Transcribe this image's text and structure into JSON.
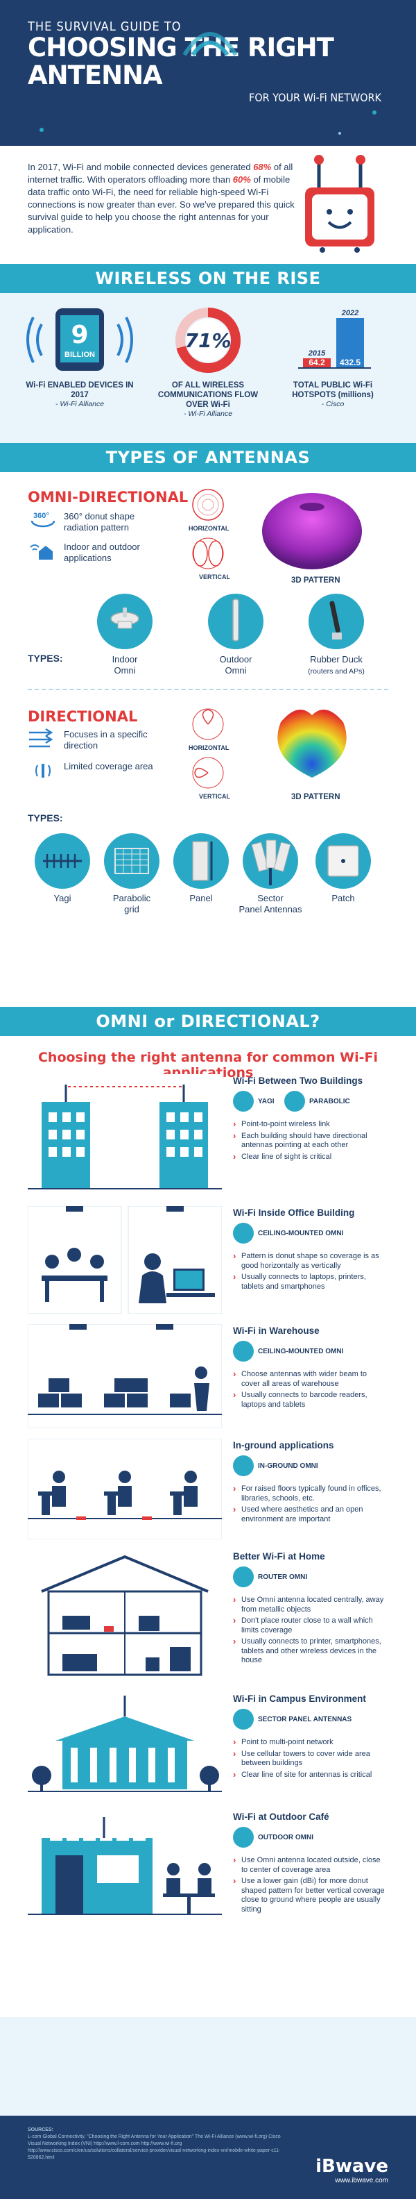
{
  "header": {
    "line1": "THE SURVIVAL GUIDE TO",
    "line2": "CHOOSING THE RIGHT ANTENNA",
    "line3": "FOR YOUR Wi-Fi NETWORK"
  },
  "intro": {
    "p1": "In 2017, Wi-Fi and mobile connected devices generated ",
    "p1_strong": "68%",
    "p2": " of all internet traffic. With operators offloading more than ",
    "p2_strong": "60%",
    "p3": " of mobile data traffic onto Wi-Fi, the need for reliable high-speed Wi-Fi connections is now greater than ever. So we've prepared this quick survival guide to help you choose the right antennas for your application."
  },
  "sections": {
    "wireless": "WIRELESS ON THE RISE",
    "types": "TYPES OF ANTENNAS",
    "omni_or_dir": "OMNI or DIRECTIONAL?"
  },
  "stats": {
    "devices_number": "9",
    "devices_unit": "BILLION",
    "devices_label": "Wi-Fi ENABLED DEVICES IN 2017",
    "devices_source": "- Wi-Fi Alliance",
    "wireless_pct": "71%",
    "wireless_label": "OF ALL WIRELESS COMMUNICATIONS FLOW OVER Wi-Fi",
    "wireless_source": "- Wi-Fi Alliance",
    "hotspot_label": "TOTAL PUBLIC Wi-Fi HOTSPOTS (millions)",
    "hotspot_source": "- Cisco",
    "hotspots": [
      {
        "year": "2015",
        "value": 64.2,
        "value_label": "64.2",
        "color": "#e03a3a"
      },
      {
        "year": "2022",
        "value": 432.5,
        "value_label": "432.5",
        "color": "#2a7fcc"
      }
    ]
  },
  "omni": {
    "title": "OMNI-DIRECTIONAL",
    "feat1_badge": "360°",
    "feat1": "360° donut shape radiation pattern",
    "feat2": "Indoor and outdoor applications",
    "horizontal": "HORIZONTAL",
    "vertical": "VERTICAL",
    "pattern": "3D PATTERN",
    "types_label": "TYPES:",
    "types": [
      {
        "name": "Indoor",
        "name2": "Omni",
        "note": ""
      },
      {
        "name": "Outdoor",
        "name2": "Omni",
        "note": ""
      },
      {
        "name": "Rubber Duck",
        "name2": "",
        "note": "(routers and APs)"
      }
    ]
  },
  "directional": {
    "title": "DIRECTIONAL",
    "feat1": "Focuses in a specific direction",
    "feat2": "Limited coverage area",
    "horizontal": "HORIZONTAL",
    "vertical": "VERTICAL",
    "pattern": "3D PATTERN",
    "types_label": "TYPES:",
    "types": [
      {
        "name": "Yagi",
        "name2": ""
      },
      {
        "name": "Parabolic",
        "name2": "grid"
      },
      {
        "name": "Panel",
        "name2": ""
      },
      {
        "name": "Sector",
        "name2": "Panel Antennas"
      },
      {
        "name": "Patch",
        "name2": ""
      }
    ]
  },
  "od": {
    "subtitle": "Choosing the right antenna for common Wi-Fi applications",
    "cases": [
      {
        "title": "Wi-Fi Between Two Buildings",
        "tags": [
          "YAGI",
          "PARABOLIC"
        ],
        "bullets": [
          "Point-to-point wireless link",
          "Each building should have directional antennas pointing at each other",
          "Clear line of sight is critical"
        ]
      },
      {
        "title": "Wi-Fi Inside Office Building",
        "tags": [
          "CEILING-MOUNTED OMNI"
        ],
        "bullets": [
          "Pattern is donut shape so coverage is as good horizontally as vertically",
          "Usually connects to laptops, printers, tablets and smartphones"
        ]
      },
      {
        "title": "Wi-Fi in Warehouse",
        "tags": [
          "CEILING-MOUNTED OMNI"
        ],
        "bullets": [
          "Choose antennas with wider beam to cover all areas of warehouse",
          "Usually connects to barcode readers, laptops and tablets"
        ]
      },
      {
        "title": "In-ground applications",
        "tags": [
          "IN-GROUND OMNI"
        ],
        "bullets": [
          "For raised floors typically found in offices, libraries, schools, etc.",
          "Used where aesthetics and an open environment are important"
        ]
      },
      {
        "title": "Better Wi-Fi at Home",
        "tags": [
          "ROUTER OMNI"
        ],
        "bullets": [
          "Use Omni antenna located centrally, away from metallic objects",
          "Don't place router close to a wall which limits coverage",
          "Usually connects to printer, smartphones, tablets and other wireless devices in the house"
        ]
      },
      {
        "title": "Wi-Fi in Campus Environment",
        "tags": [
          "SECTOR PANEL ANTENNAS"
        ],
        "bullets": [
          "Point to multi-point network",
          "Use cellular towers to cover wide area between buildings",
          "Clear line of site for antennas is critical"
        ]
      },
      {
        "title": "Wi-Fi at Outdoor Café",
        "tags": [
          "OUTDOOR OMNI"
        ],
        "bullets": [
          "Use Omni antenna located outside, close to center of coverage area",
          "Use a lower gain (dBi) for more donut shaped pattern for better vertical coverage close to ground where people are usually sitting"
        ]
      }
    ]
  },
  "footer": {
    "sources_title": "SOURCES:",
    "sources": "L-com Global Connectivity. \"Choosing the Right Antenna for Your Application\" The Wi-Fi Alliance (www.wi-fi.org) Cisco Visual Networking Index (VNI) http://www.l-com.com http://www.wi-fi.org http://www.cisco.com/c/en/us/solutions/collateral/service-provider/visual-networking-index-vni/mobile-white-paper-c11-520862.html",
    "brand": "iBwave",
    "url": "www.ibwave.com"
  },
  "colors": {
    "navy": "#1f3e6b",
    "teal": "#2aa9c7",
    "red": "#e03a3a",
    "light": "#eaf4fb"
  }
}
